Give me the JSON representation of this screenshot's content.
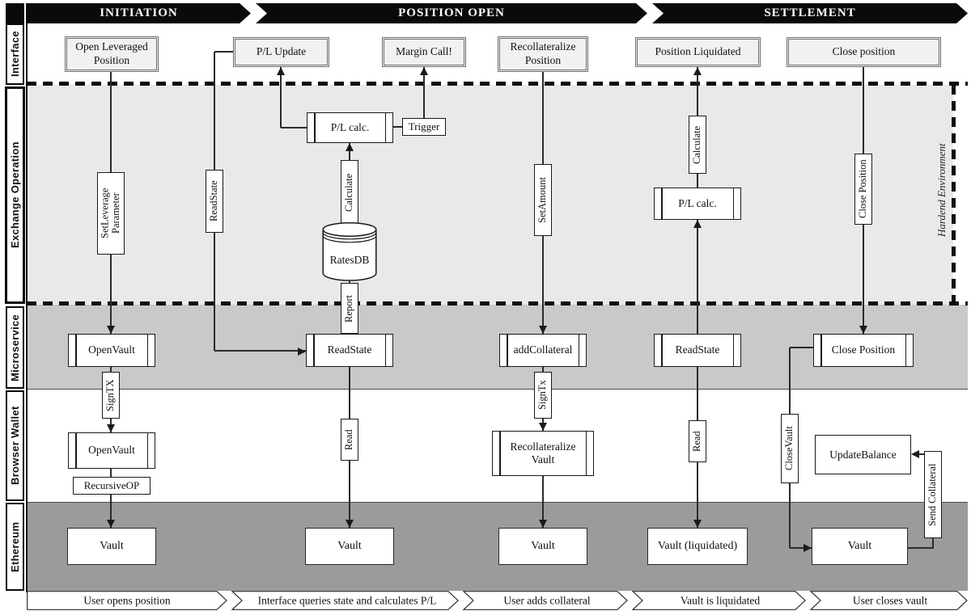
{
  "colors": {
    "banner_black": "#0a0a0a",
    "exchange_lane_bg": "#e9e9e9",
    "microservice_lane_bg": "#c9c9c9",
    "ethereum_lane_bg": "#9b9b9b",
    "interface_box_bg": "#f1f1f1",
    "line": "#2a2a2a"
  },
  "phases": [
    {
      "label": "INITIATION"
    },
    {
      "label": "POSITION OPEN"
    },
    {
      "label": "SETTLEMENT"
    }
  ],
  "lanes": [
    {
      "label": "Interface"
    },
    {
      "label": "Exchange Operation"
    },
    {
      "label": "Microservice"
    },
    {
      "label": "Browser Wallet"
    },
    {
      "label": "Ethereum"
    }
  ],
  "annotation": {
    "hardened_environment": "Hardend Environment"
  },
  "interface_row": {
    "open_leveraged_position": "Open Leveraged Position",
    "pl_update": "P/L Update",
    "margin_call": "Margin Call!",
    "recollateralize_position": "Recollateralize Position",
    "position_liquidated": "Position Liquidated",
    "close_position": "Close position"
  },
  "exchange_row": {
    "set_leverage_parameter": "SetLeverage\nParameter",
    "read_state_label": "ReadState",
    "pl_calc_1": "P/L calc.",
    "trigger": "Trigger",
    "calculate_1": "Calculate",
    "rates_db": "RatesDB",
    "report_label": "Report",
    "set_amount_label": "SetAmount",
    "calculate_2": "Calculate",
    "pl_calc_2": "P/L calc.",
    "close_position_label": "Close Position"
  },
  "microservice_row": {
    "open_vault": "OpenVault",
    "read_state": "ReadState",
    "add_collateral": "addCollateral",
    "read_state_2": "ReadState",
    "close_position": "Close Position"
  },
  "wallet_row": {
    "sign_tx_1": "SignTX",
    "sign_tx_2": "SignTx",
    "open_vault": "OpenVault",
    "recursive_op": "RecursiveOP",
    "read_1": "Read",
    "recollateralize_vault": "Recollateralize Vault",
    "read_2": "Read",
    "close_vault_label": "CloseVault",
    "update_balance": "UpdateBalance",
    "send_collateral_label": "Send Collateral"
  },
  "ethereum_row": {
    "vault_1": "Vault",
    "vault_2": "Vault",
    "vault_3": "Vault",
    "vault_4": "Vault (liquidated)",
    "vault_5": "Vault"
  },
  "bottom_steps": [
    {
      "label": "User opens position"
    },
    {
      "label": "Interface queries state and calculates P/L"
    },
    {
      "label": "User adds collateral"
    },
    {
      "label": "Vault is liquidated"
    },
    {
      "label": "User closes vault"
    }
  ]
}
